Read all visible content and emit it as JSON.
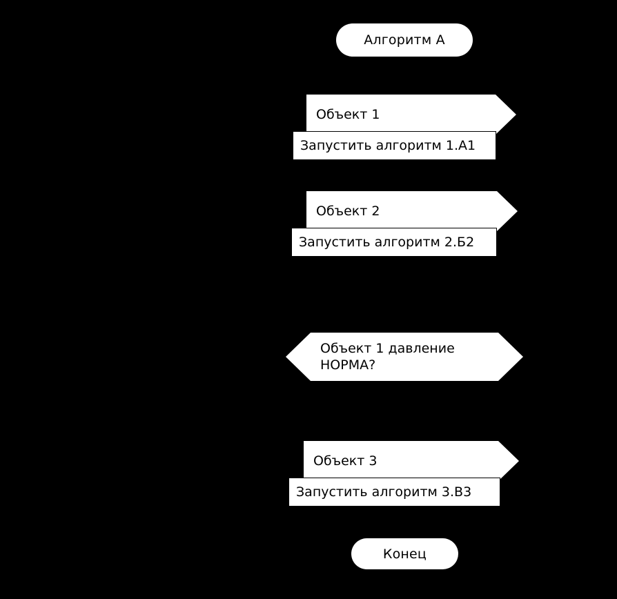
{
  "diagram": {
    "title": "Алгоритм А",
    "background_color": "#000000",
    "shape_fill_color": "#ffffff",
    "text_color": "#000000",
    "nodes": {
      "start": {
        "label": "Алгоритм А",
        "shape": "terminator"
      },
      "step1": {
        "object_label": "Объект 1",
        "action_label": "Запустить алгоритм 1.А1",
        "shape": "pennant+process"
      },
      "step2": {
        "object_label": "Объект 2",
        "action_label": "Запустить алгоритм 2.Б2",
        "shape": "pennant+process"
      },
      "decision": {
        "line1": "Объект 1 давление",
        "line2": "НОРМА?",
        "shape": "hexagon"
      },
      "step3": {
        "object_label": "Объект 3",
        "action_label": "Запустить алгоритм 3.В3",
        "shape": "pennant+process"
      },
      "end": {
        "label": "Конец",
        "shape": "terminator"
      }
    }
  }
}
